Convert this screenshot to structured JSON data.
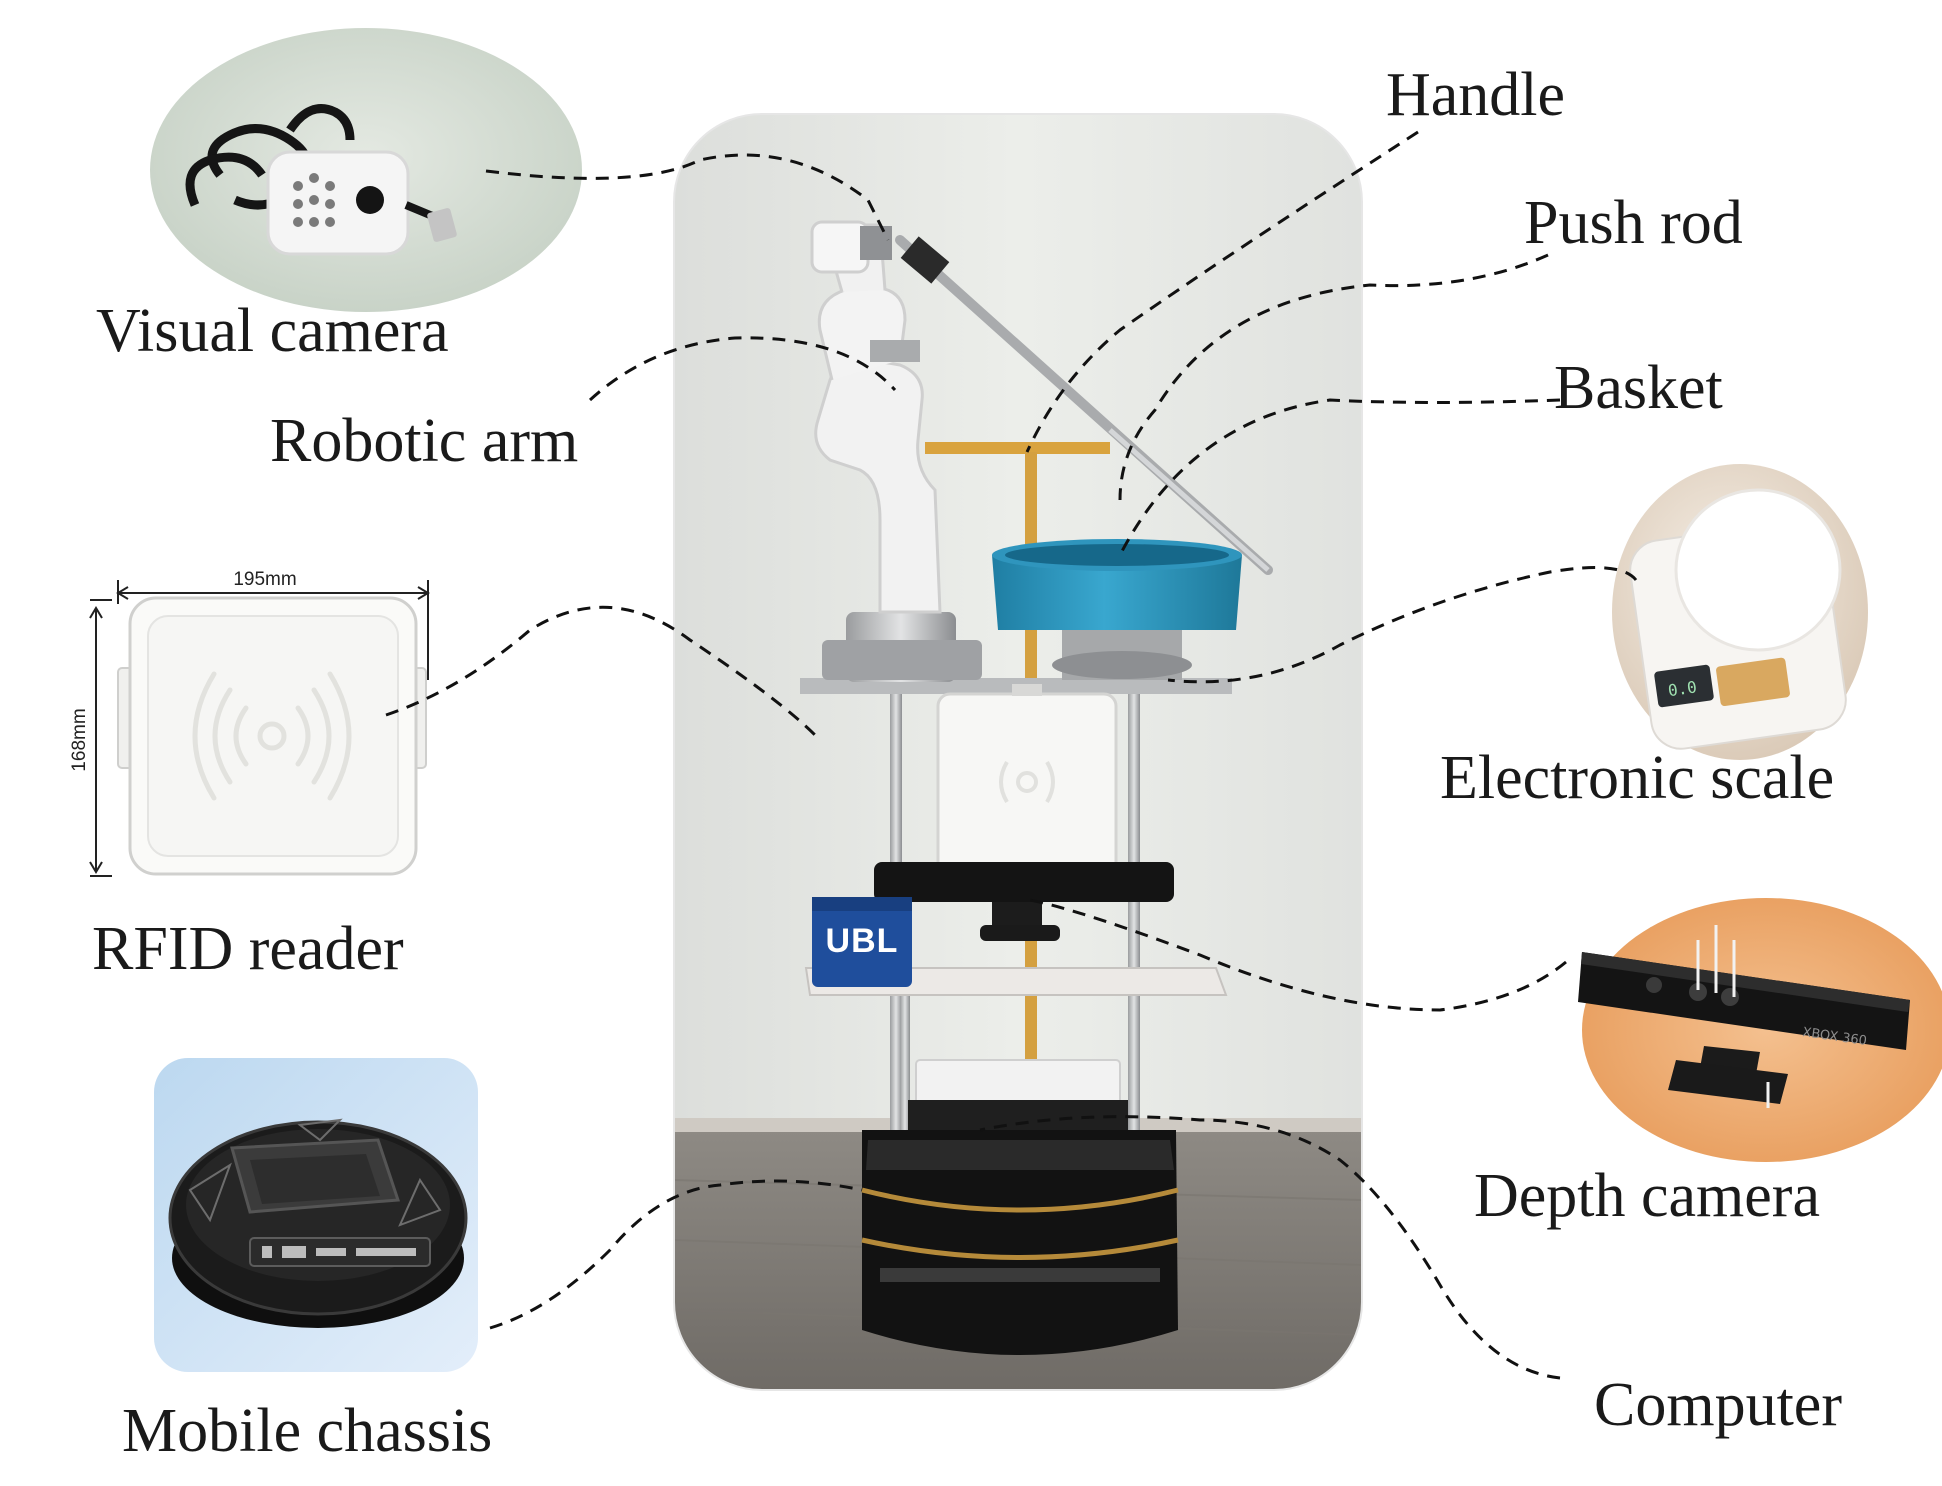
{
  "labels": {
    "visual_camera": "Visual camera",
    "robotic_arm": "Robotic arm",
    "rfid_reader": "RFID reader",
    "mobile_chassis": "Mobile chassis",
    "handle": "Handle",
    "push_rod": "Push rod",
    "basket": "Basket",
    "electronic_scale": "Electronic scale",
    "depth_camera": "Depth camera",
    "computer": "Computer"
  },
  "rfid_dimensions": {
    "width": "195mm",
    "height": "168mm"
  },
  "product_marks": {
    "speaker_brand": "UBL",
    "kinect_brand": "XBOX 360",
    "scale_display": "0.0"
  },
  "colors": {
    "photo_wall": "#e6e7e4",
    "basket_blue": "#2c8fb5",
    "speaker_blue": "#1f4e9c",
    "chassis_black": "#151515",
    "leader_line": "#111111"
  }
}
